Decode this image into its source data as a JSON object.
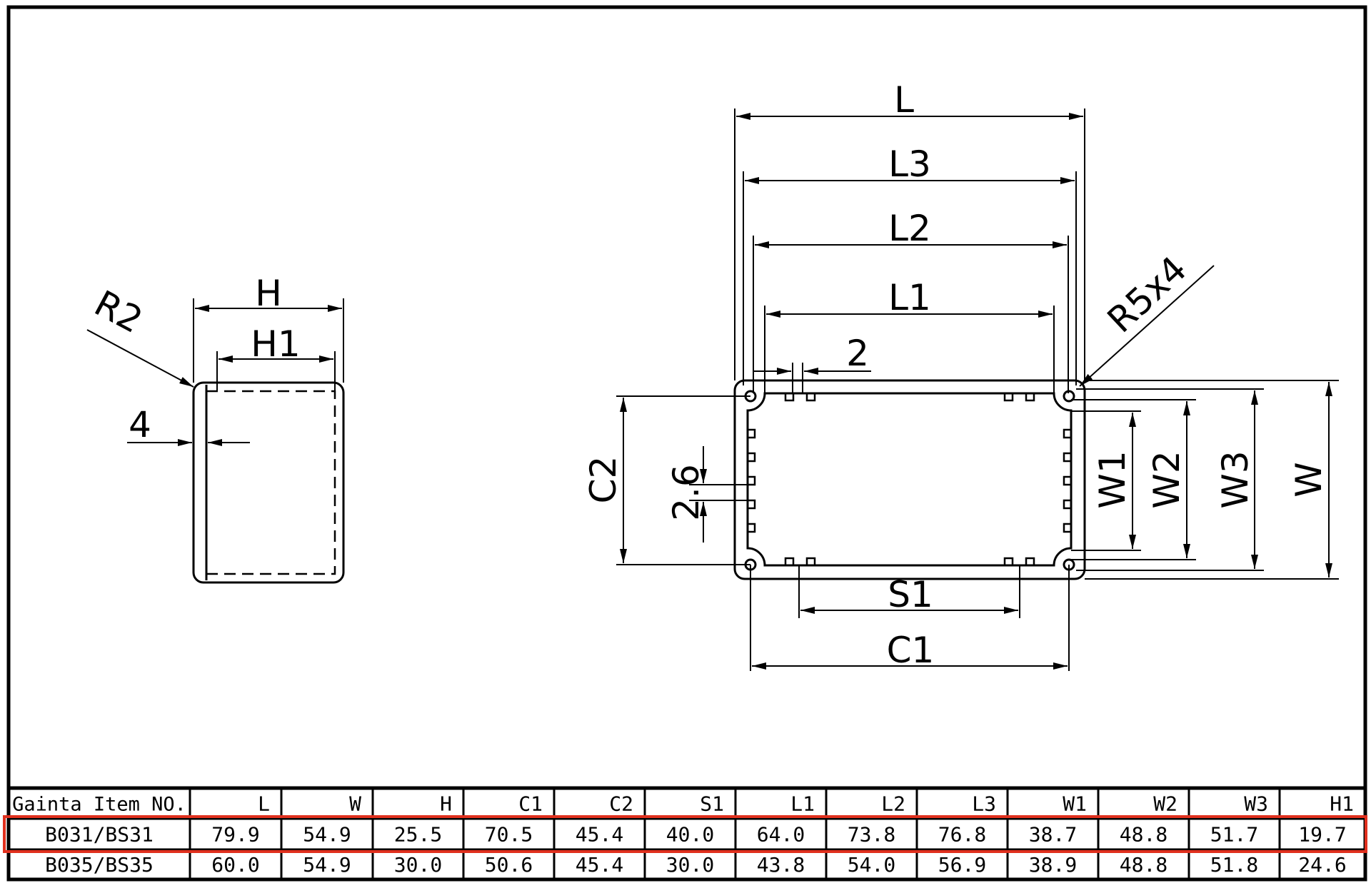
{
  "side_view": {
    "H": "H",
    "H1": "H1",
    "R2": "R2",
    "wall": "4"
  },
  "top_view": {
    "L": "L",
    "L1": "L1",
    "L2": "L2",
    "L3": "L3",
    "two": "2",
    "R5x4": "R5x4",
    "C1": "C1",
    "C2": "C2",
    "S1": "S1",
    "W": "W",
    "W1": "W1",
    "W2": "W2",
    "W3": "W3",
    "slot": "2.6"
  },
  "table": {
    "headers": [
      "Gainta Item NO.",
      "L",
      "W",
      "H",
      "C1",
      "C2",
      "S1",
      "L1",
      "L2",
      "L3",
      "W1",
      "W2",
      "W3",
      "H1"
    ],
    "rows": [
      [
        "B031/BS31",
        "79.9",
        "54.9",
        "25.5",
        "70.5",
        "45.4",
        "40.0",
        "64.0",
        "73.8",
        "76.8",
        "38.7",
        "48.8",
        "51.7",
        "19.7"
      ],
      [
        "B035/BS35",
        "60.0",
        "54.9",
        "30.0",
        "50.6",
        "45.4",
        "30.0",
        "43.8",
        "54.0",
        "56.9",
        "38.9",
        "48.8",
        "51.8",
        "24.6"
      ]
    ],
    "highlight_row": 0,
    "highlight_color": "#e0301e"
  }
}
